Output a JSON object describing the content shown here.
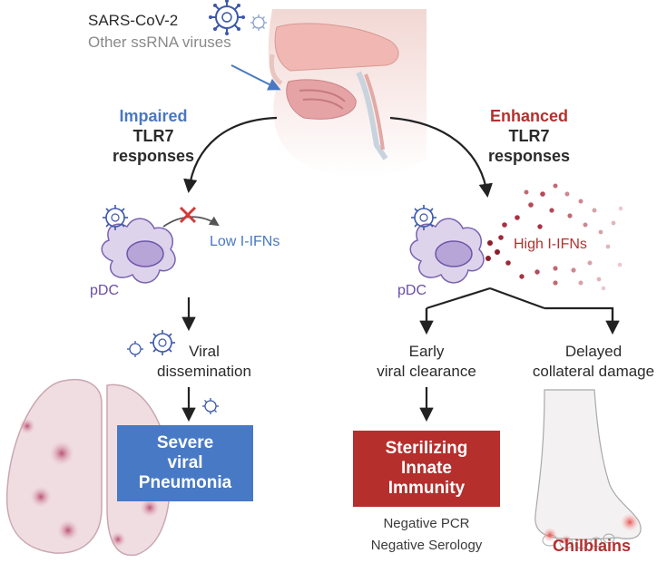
{
  "virus": {
    "name": "SARS-CoV-2",
    "other": "Other ssRNA viruses"
  },
  "left": {
    "heading_colored": "Impaired",
    "heading_rest_1": "TLR7",
    "heading_rest_2": "responses",
    "ifn_label": "Low I-IFNs",
    "cell_label": "pDC",
    "step_line1": "Viral",
    "step_line2": "dissemination",
    "outcome_line1": "Severe",
    "outcome_line2": "viral",
    "outcome_line3": "Pneumonia"
  },
  "right": {
    "heading_colored": "Enhanced",
    "heading_rest_1": "TLR7",
    "heading_rest_2": "responses",
    "ifn_label": "High I-IFNs",
    "cell_label": "pDC",
    "branch_a_line1": "Early",
    "branch_a_line2": "viral clearance",
    "branch_b_line1": "Delayed",
    "branch_b_line2": "collateral damage",
    "outcome_line1": "Sterilizing",
    "outcome_line2": "Innate",
    "outcome_line3": "Immunity",
    "test1": "Negative PCR",
    "test2": "Negative Serology",
    "chilblains": "Chilblains"
  },
  "colors": {
    "blue": "#4a78c2",
    "blue_box": "#4879c4",
    "red": "#b5302f",
    "red_box": "#b52f2c",
    "pdc_label": "#6a4ea8",
    "virus": "#3d58a8",
    "text_grey": "#8a8a8a",
    "text_dark": "#2b2b2b"
  }
}
